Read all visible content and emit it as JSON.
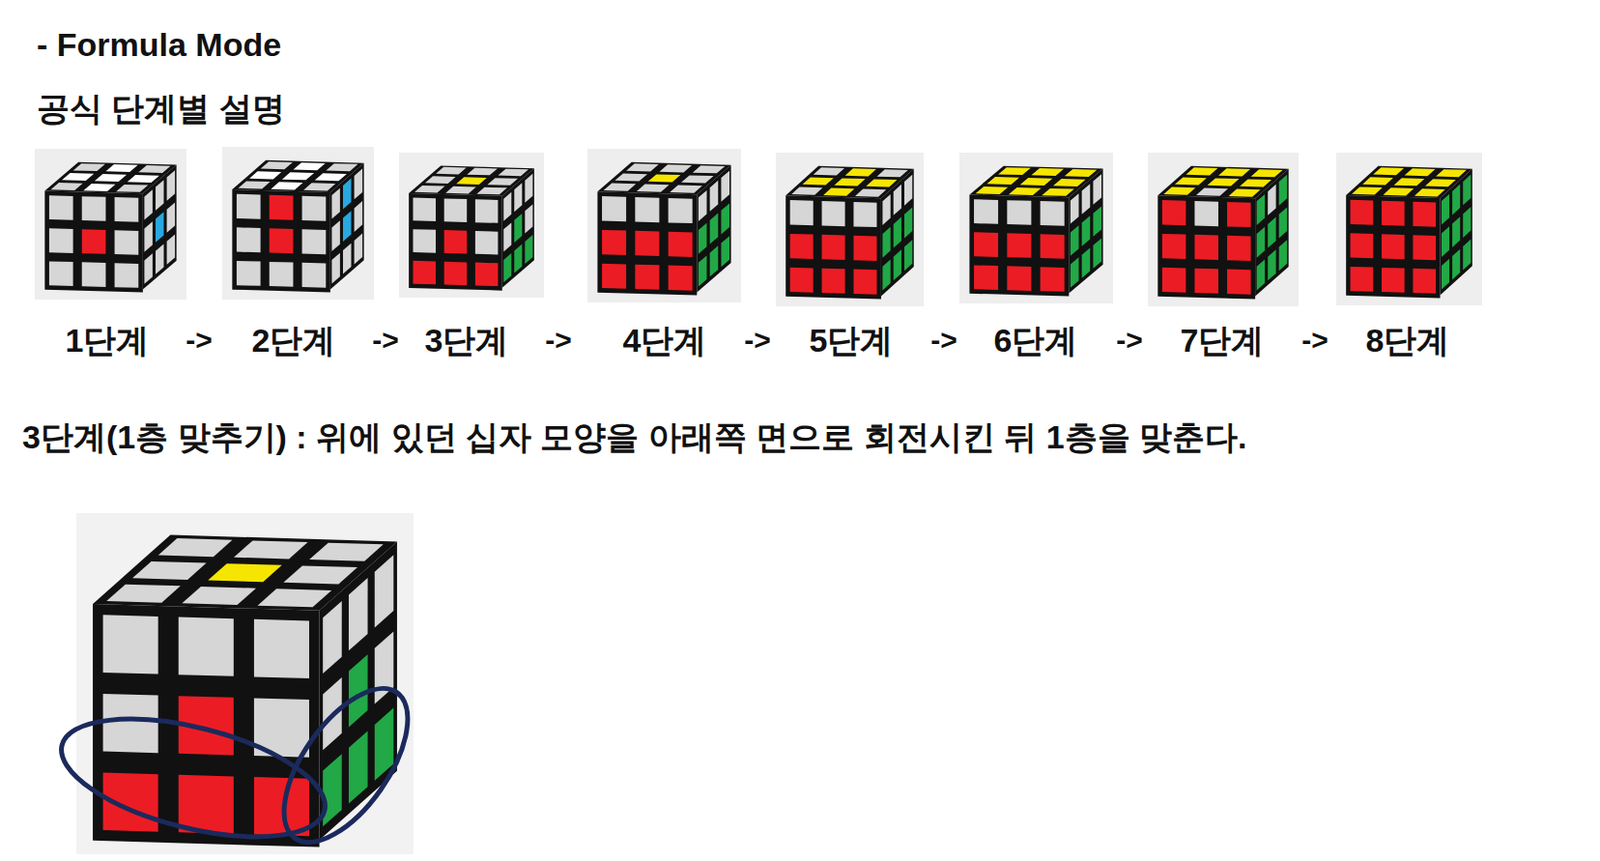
{
  "diagram": {
    "title": "- Formula Mode",
    "labels": [
      "공식 단계별 설명",
      "1단계",
      "->",
      "2단계",
      "->",
      "3단계",
      "->",
      "4단계",
      "->",
      "5단계",
      "->",
      "6단계",
      "->",
      "7단계",
      "->",
      "8단계",
      "3단계(1층 맞추기) : 위에 있던 십자 모양을 아래쪽 면으로 회전시킨 뒤 1층을 맞춘다."
    ]
  }
}
